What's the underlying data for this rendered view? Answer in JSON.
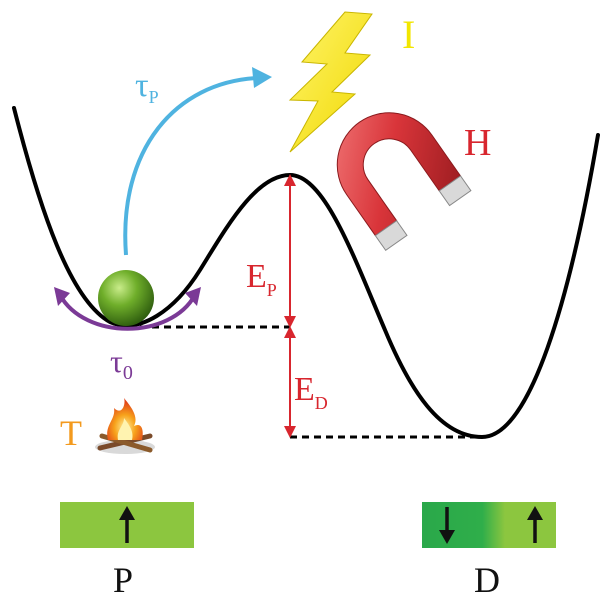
{
  "labels": {
    "tau_p": "τ",
    "tau_p_sub": "P",
    "tau_0": "τ",
    "tau_0_sub": "0",
    "current": "I",
    "field": "H",
    "temperature": "T",
    "e_p": "E",
    "e_p_sub": "P",
    "e_d": "E",
    "e_d_sub": "D",
    "state_p": "P",
    "state_d": "D"
  },
  "icons": {
    "ball": "green-ball-icon",
    "lightning": "lightning-bolt-icon",
    "magnet": "horseshoe-magnet-icon",
    "fire": "campfire-icon",
    "up_arrow": "up-arrow-icon",
    "down_arrow": "down-arrow-icon"
  },
  "colors": {
    "curve": "#000000",
    "tau_p": "#4fb3e0",
    "tau_0": "#7b3a96",
    "energy": "#d8262e",
    "current": "#f2e600",
    "field": "#d8262e",
    "temperature": "#f39a1e",
    "ball": "#5a9a1e",
    "state_bar": "#8cc63f",
    "state_bar_dark": "#2eaa4a"
  }
}
